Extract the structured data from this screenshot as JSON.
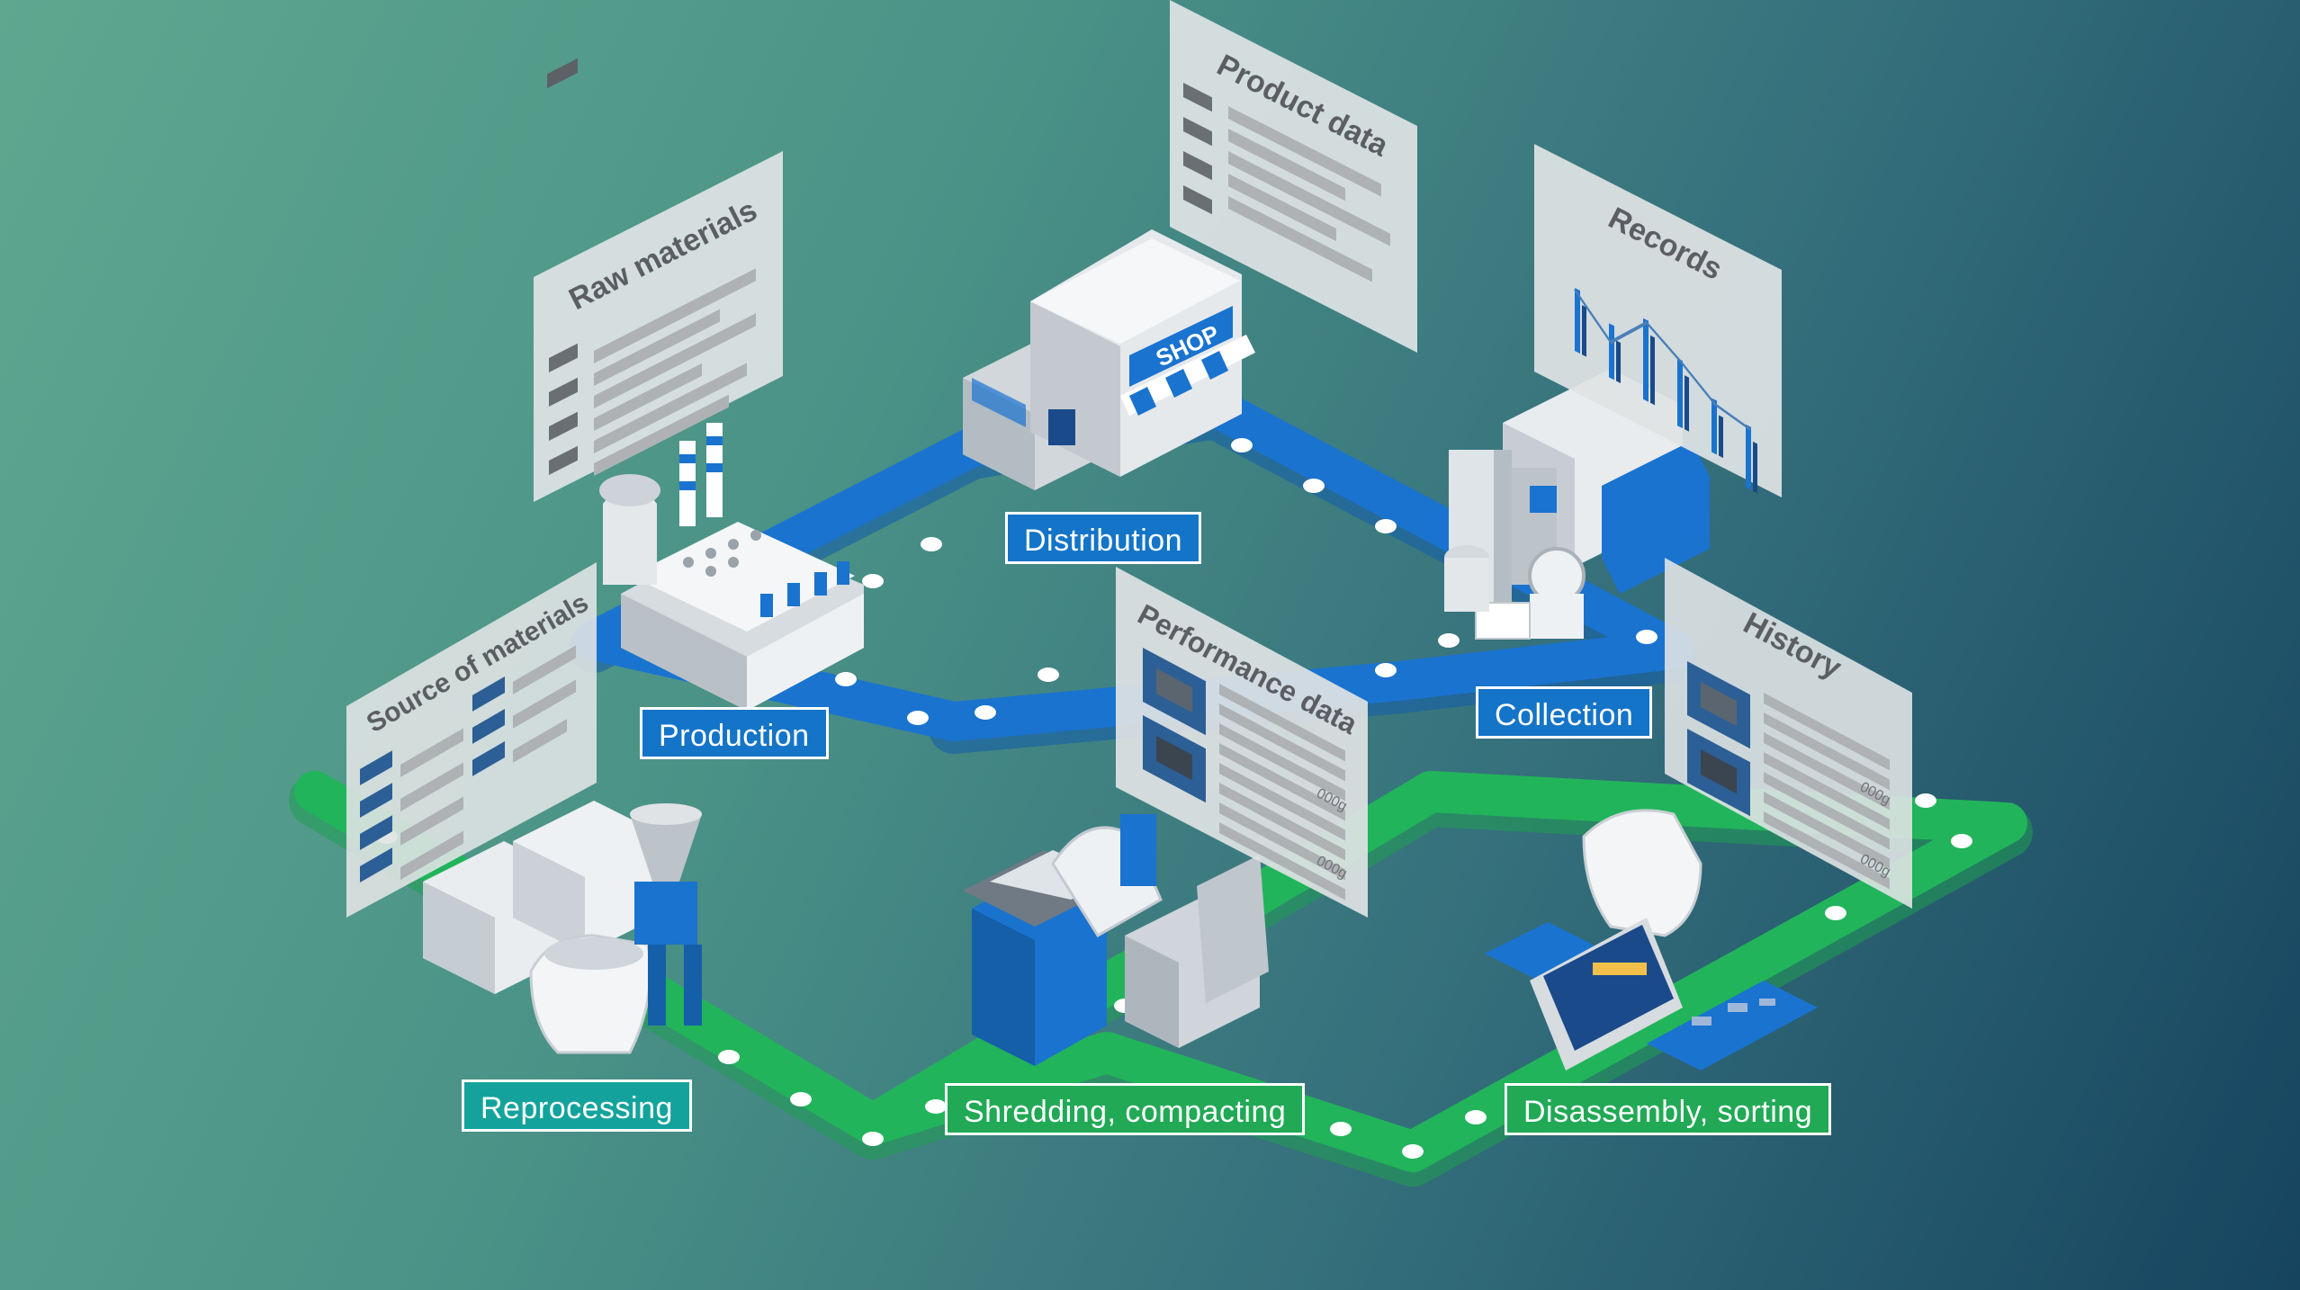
{
  "panels": {
    "raw_materials": "Raw materials",
    "product_data": "Product data",
    "records": "Records",
    "source_of_materials": "Source of materials",
    "performance_data": "Performance data",
    "history": "History",
    "value_label": "000g"
  },
  "stages": {
    "distribution": "Distribution",
    "production": "Production",
    "collection": "Collection",
    "reprocessing": "Reprocessing",
    "shredding": "Shredding, compacting",
    "disassembly": "Disassembly, sorting"
  },
  "shop_sign": "SHOP",
  "colors": {
    "upper_loop": "#1a6fc4",
    "lower_loop": "#20b35c",
    "panel": "#dfe3e4",
    "background_left": "#5fa78f",
    "background_right": "#16445f"
  }
}
